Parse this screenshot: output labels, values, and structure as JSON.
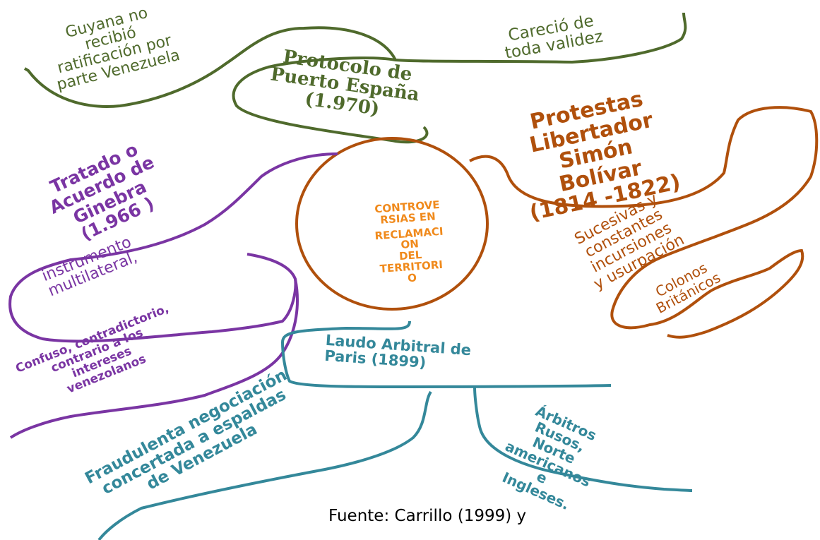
{
  "center": {
    "lines": [
      "CONTROVE",
      "RSIAS EN",
      "RECLAMACI",
      "ON",
      "DEL",
      "TERRITORI",
      "O"
    ]
  },
  "green_branch": {
    "color": "#4f6a2c",
    "main": [
      "Protocolo de",
      "Puerto España",
      "(1.970)"
    ],
    "left": [
      "Guyana no",
      "recibió",
      "ratificación por",
      "parte Venezuela"
    ],
    "right": [
      "Careció de",
      "toda validez"
    ]
  },
  "orange_branch": {
    "color": "#b0500c",
    "main": [
      "Protestas",
      "Libertador",
      "Simón",
      "Bolívar",
      "(1814 -1822)"
    ],
    "sub": [
      "Sucesivas y",
      "constantes",
      "incursiones",
      "y usurpación"
    ],
    "sub2": [
      "Colonos",
      "Británicos"
    ]
  },
  "purple_branch": {
    "color": "#7a35a3",
    "main": [
      "Tratado o",
      "Acuerdo de",
      "Ginebra",
      "(1.966 )"
    ],
    "sub": [
      "instrumento",
      "multilateral,"
    ],
    "sub2": [
      "Confuso, contradictorio,",
      "contrario a los",
      "intereses",
      "venezolanos"
    ]
  },
  "teal_branch": {
    "color": "#34889a",
    "main": [
      "Laudo Arbitral de",
      "Paris (1899)"
    ],
    "left": [
      "Fraudulenta negociación",
      "concertada a espaldas",
      "de Venezuela"
    ],
    "right": [
      "Árbitros",
      "Rusos,",
      "Norte",
      "americanos",
      "e",
      "Ingleses."
    ]
  },
  "source": "Fuente: Carrillo (1999) y"
}
